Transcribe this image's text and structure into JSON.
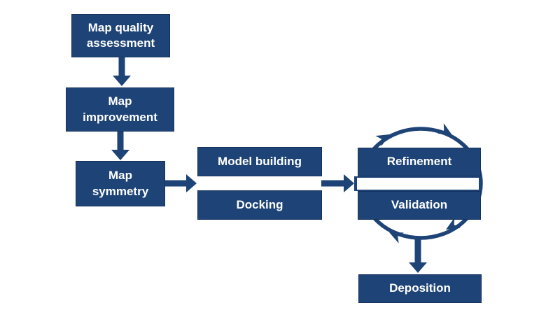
{
  "colors": {
    "background": "#ffffff",
    "box_fill": "#1e4477",
    "box_border": "#16325e",
    "arrow": "#1e4477",
    "text": "#ffffff"
  },
  "nodes": {
    "map_quality": {
      "label": "Map quality assessment",
      "line1": "Map quality",
      "line2": "assessment"
    },
    "map_improvement": {
      "label": "Map improvement",
      "line1": "Map",
      "line2": "improvement"
    },
    "map_symmetry": {
      "label": "Map symmetry",
      "line1": "Map",
      "line2": "symmetry"
    },
    "model_building": {
      "label": "Model building"
    },
    "docking": {
      "label": "Docking"
    },
    "refinement": {
      "label": "Refinement"
    },
    "validation": {
      "label": "Validation"
    },
    "deposition": {
      "label": "Deposition"
    }
  },
  "connections": [
    {
      "from": "Map quality assessment",
      "to": "Map improvement",
      "type": "arrow-down"
    },
    {
      "from": "Map improvement",
      "to": "Map symmetry",
      "type": "arrow-down"
    },
    {
      "from": "Map symmetry",
      "to": "Model building / Docking",
      "type": "arrow-right"
    },
    {
      "from": "Model building / Docking",
      "to": "Refinement / Validation",
      "type": "arrow-right"
    },
    {
      "between": "Refinement and Validation",
      "type": "cycle-clockwise"
    },
    {
      "from": "Refinement / Validation",
      "to": "Deposition",
      "type": "arrow-down"
    }
  ]
}
